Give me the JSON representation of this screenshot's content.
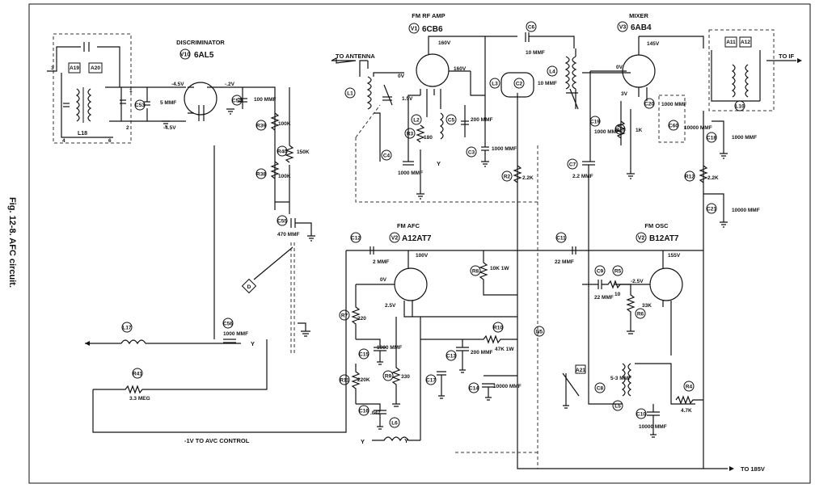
{
  "figure": {
    "caption": "Fig. 12-8. AFC circuit."
  },
  "stages": {
    "discriminator": {
      "title": "DISCRIMINATOR",
      "tube_id": "V10",
      "tube_type": "6AL5"
    },
    "rf_amp": {
      "title": "FM RF AMP",
      "tube_id": "V1",
      "tube_type": "6CB6"
    },
    "mixer": {
      "title": "MIXER",
      "tube_id": "V3",
      "tube_type": "6AB4"
    },
    "afc": {
      "title": "FM AFC",
      "tube_id": "V2",
      "tube_type": "A12AT7"
    },
    "osc": {
      "title": "FM OSC",
      "tube_id": "V2",
      "tube_type": "B12AT7"
    }
  },
  "nets": {
    "to_antenna": "TO ANTENNA",
    "to_if": "TO IF",
    "to_185v": "TO 185V",
    "avc": "-1V TO AVC CONTROL",
    "y1": "Y",
    "y2": "Y",
    "y3": "Y"
  },
  "components": {
    "A19": "A19",
    "A20": "A20",
    "L18": "L18",
    "C53": "C53",
    "C53_val": "5 MMF",
    "C54": "C54",
    "C54_val": "100 MMF",
    "R39": "R39",
    "R39_val": "100K",
    "R40": "R40",
    "R40_val": "150K",
    "R38": "R38",
    "R38_val": "100K",
    "C55": "C55",
    "C55_val": "470 MMF",
    "C56": "C56",
    "C56_val": "1000 MMF",
    "L17": "L17",
    "R41": "R41",
    "R41_val": "3.3 MEG",
    "D": "D",
    "L1": "L1",
    "L2": "L2",
    "R3": "R3",
    "R3_val": "180",
    "C4": "C4",
    "C4_val": "1000 MMF",
    "C5": "C5",
    "C5_val": "200 MMF",
    "C3": "C3",
    "C3_val": "1000 MMF",
    "C6": "C6",
    "C6_val": "10 MMF",
    "L3": "L3",
    "C2": "C2",
    "C2_val": "10 MMF",
    "L4": "L4",
    "R2": "R2",
    "R2_val": "2.2K",
    "C7": "C7",
    "C7_val": "2.2 MMF",
    "C19": "C19",
    "C19_val": "1000 MMF",
    "R13": "R13",
    "R13_val": "1K",
    "C20": "C20",
    "C20_val": "1000 MMF",
    "C60": "C60",
    "C60_val": "10000 MMF",
    "A11": "A11",
    "A12": "A12",
    "L10": "L10",
    "C18": "C18",
    "C18_val": "1000 MMF",
    "R12": "R12",
    "R12_val": "2.2K",
    "C21": "C21",
    "C21_val": "10000 MMF",
    "C12": "C12",
    "C12_val": "2 MMF",
    "R8": "R8",
    "R8_val": "10K 1W",
    "R7": "R7",
    "R7_val": "220",
    "C15": "C15",
    "C15_val": "1000 MMF",
    "R10": "R10",
    "R10_val": "47K 1W",
    "C13": "C13",
    "C13_val": "200 MMF",
    "R11": "R11",
    "R11_val": "220K",
    "R9": "R9",
    "R9_val": "330",
    "C17": "C17",
    "C14": "C14",
    "C14_val": "10000 MMF",
    "C16": "C16",
    "C16_val": ".047",
    "L6": "L6",
    "C11": "C11",
    "C11_val": "22 MMF",
    "N5": "N5",
    "C9": "C9",
    "C9_val": "22 MMF",
    "R5": "R5",
    "R5_val": "10",
    "R6": "R6",
    "R6_val": "33K",
    "A21": "A21",
    "C8": "C8",
    "C8_val": "5-3 MMF",
    "L5": "L5",
    "C10": "C10",
    "C10_val": "10000 MMF",
    "R4": "R4",
    "R4_val": "4.7K"
  },
  "voltages": {
    "v_m45a": "-4.5V",
    "v_m2": "-.2V",
    "v_m45b": "-4.5V",
    "v_160a": "160V",
    "v_160b": "160V",
    "v_0rf": "0V",
    "v_15": "1.5V",
    "v_145": "145V",
    "v_0mix": "0V",
    "v_3": "3V",
    "v_100": "100V",
    "v_0afc": "0V",
    "v_25afc": "2.5V",
    "v_155": "155V",
    "v_m25": "-2.5V"
  }
}
